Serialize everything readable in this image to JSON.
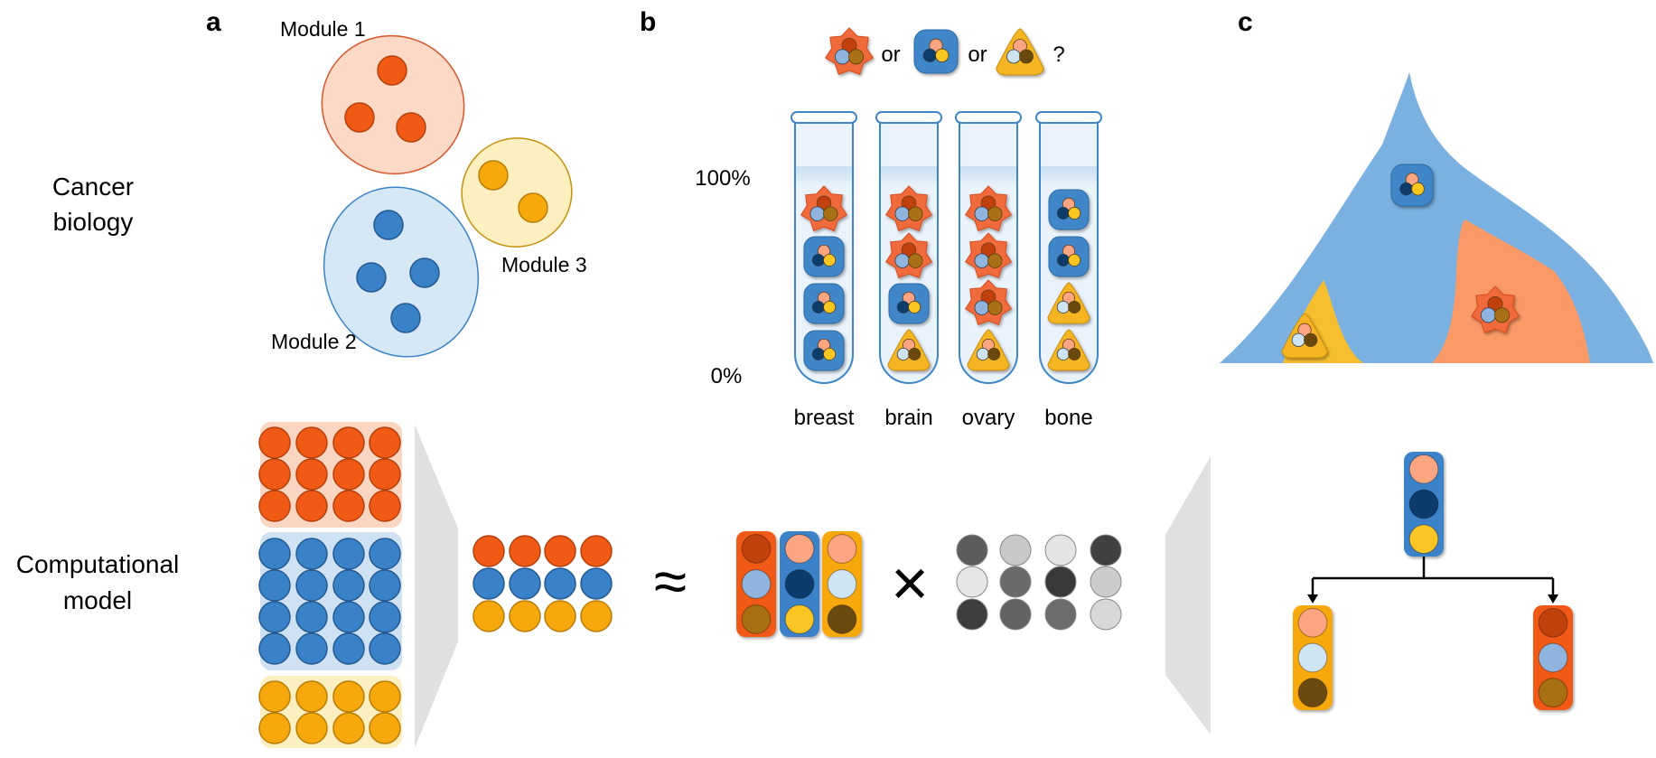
{
  "panel_labels": {
    "a": "a",
    "b": "b",
    "c": "c"
  },
  "row_labels": {
    "cancer_biology": [
      "Cancer",
      "biology"
    ],
    "computational_model": [
      "Computational",
      "model"
    ]
  },
  "modules": {
    "module1": "Module 1",
    "module2": "Module 2",
    "module3": "Module 3"
  },
  "panel_b": {
    "question": {
      "or1": "or",
      "or2": "or",
      "qmark": "?"
    },
    "axis": {
      "top": "100%",
      "bottom": "0%"
    },
    "tubes": [
      {
        "label": "breast",
        "cells": [
          "orange",
          "blue",
          "blue",
          "blue"
        ]
      },
      {
        "label": "brain",
        "cells": [
          "orange",
          "orange",
          "blue",
          "yellow"
        ]
      },
      {
        "label": "ovary",
        "cells": [
          "orange",
          "orange",
          "orange",
          "yellow"
        ]
      },
      {
        "label": "bone",
        "cells": [
          "blue",
          "blue",
          "yellow",
          "yellow"
        ]
      }
    ]
  },
  "equation": {
    "approx": "≈",
    "times": "×"
  },
  "colors": {
    "orange": "#f05a14",
    "blue": "#3a82c8",
    "yellow": "#f7a80d",
    "orange_light": "#f9d3bf",
    "blue_light": "#cfe2f3",
    "yellow_light": "#fdefc0",
    "fish_blue": "#7ab1e0",
    "fish_orange": "#fb9a67",
    "fish_yellow": "#f7bf30",
    "funnel_grey": "#e0e0e0"
  },
  "weight_matrix_shades": [
    [
      "#5c5c5c",
      "#c8c8c8",
      "#e4e4e4",
      "#404040"
    ],
    [
      "#e6e6e6",
      "#6a6a6a",
      "#3a3a3a",
      "#cccccc"
    ],
    [
      "#3e3e3e",
      "#636363",
      "#6c6c6c",
      "#d8d8d8"
    ]
  ],
  "signature_columns": [
    {
      "border": "orange",
      "dots": [
        "#c1410c",
        "#8fb4dd",
        "#a97012"
      ]
    },
    {
      "border": "blue",
      "dots": [
        "#fba582",
        "#0d3b6b",
        "#fbc524"
      ]
    },
    {
      "border": "yellow",
      "dots": [
        "#fba582",
        "#cfe4f3",
        "#6b4a10"
      ]
    }
  ],
  "tree": {
    "root": {
      "border": "blue",
      "dots": [
        "#fba582",
        "#0d3b6b",
        "#fbc524"
      ]
    },
    "left": {
      "border": "yellow",
      "dots": [
        "#fba582",
        "#cfe4f3",
        "#6b4a10"
      ]
    },
    "right": {
      "border": "orange",
      "dots": [
        "#c1410c",
        "#8fb4dd",
        "#a97012"
      ]
    }
  }
}
